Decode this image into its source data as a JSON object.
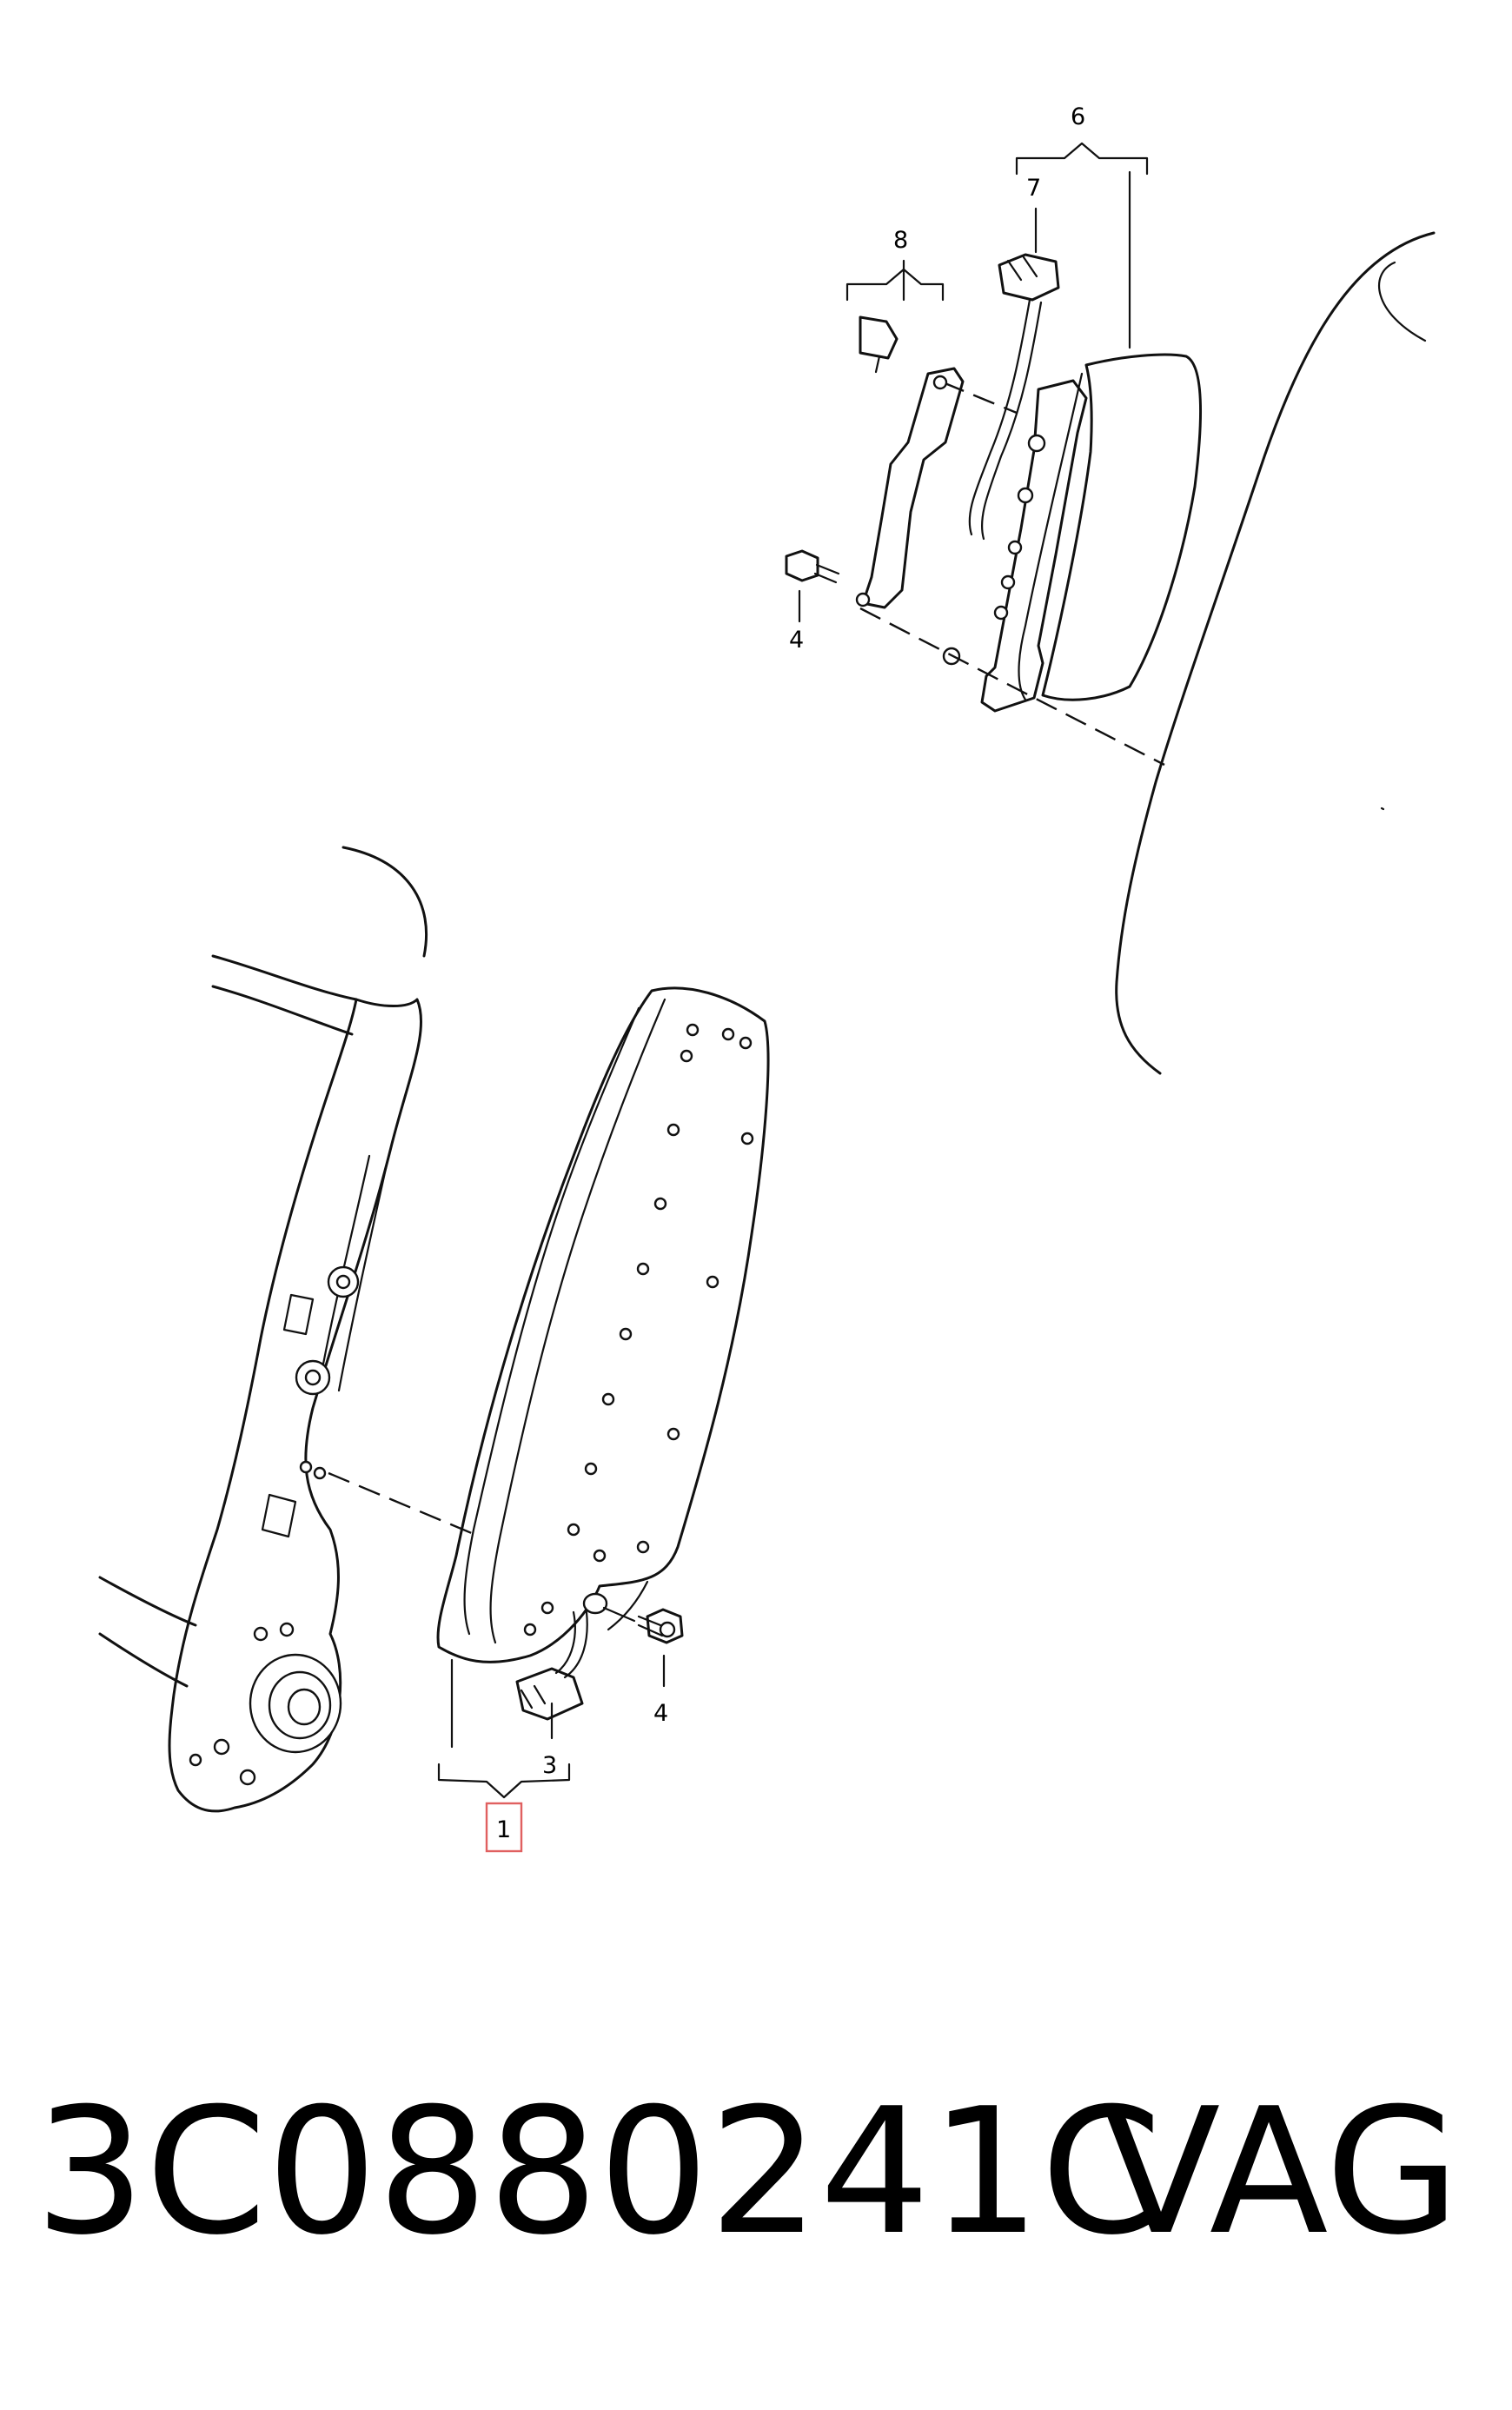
{
  "callouts": {
    "c1": "1",
    "c3": "3",
    "c4a": "4",
    "c4b": "4",
    "c6": "6",
    "c7": "7",
    "c8": "8"
  },
  "caption": {
    "part_number": "3C0880241C",
    "brand": "VAG"
  },
  "colors": {
    "line": "#111111",
    "highlight_box": "#e06060"
  }
}
